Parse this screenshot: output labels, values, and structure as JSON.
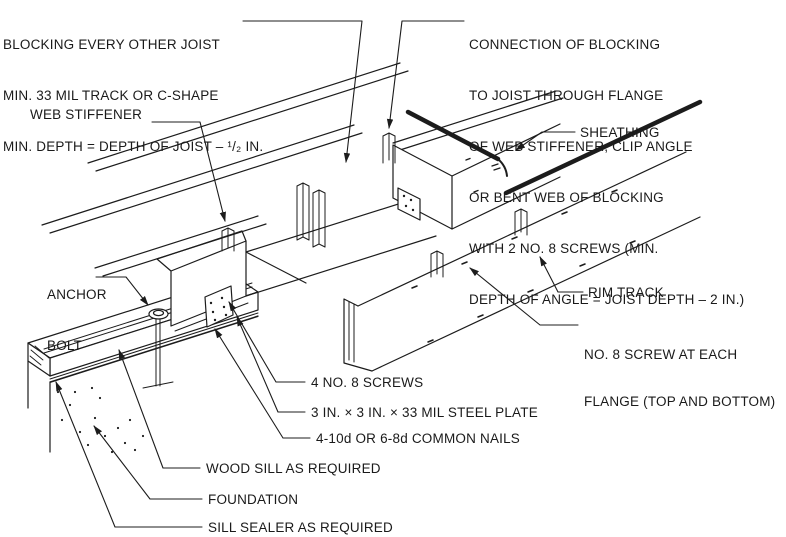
{
  "figure": {
    "background_color": "#ffffff",
    "line_color": "#1c1c1c",
    "labels": {
      "blocking_note": {
        "line1": "BLOCKING EVERY OTHER JOIST",
        "line2": "MIN. 33 MIL TRACK OR C-SHAPE",
        "line3": "MIN. DEPTH = DEPTH OF JOIST – ¹/₂ IN."
      },
      "connection_note": {
        "line1": "CONNECTION OF BLOCKING",
        "line2": "TO JOIST THROUGH FLANGE",
        "line3": "OF WEB STIFFENER, CLIP ANGLE",
        "line4": "OR BENT WEB OF BLOCKING",
        "line5": "WITH 2 NO. 8 SCREWS (MIN.",
        "line6": "DEPTH OF ANGLE = JOIST DEPTH – 2 IN.)"
      },
      "web_stiffener": "WEB STIFFENER",
      "sheathing": "SHEATHING",
      "anchor_bolt": {
        "line1": "ANCHOR",
        "line2": "BOLT"
      },
      "rim_track": "RIM TRACK",
      "no8_screw": {
        "line1": "NO. 8 SCREW AT EACH",
        "line2": "FLANGE (TOP AND BOTTOM)"
      },
      "four_screws": "4 NO. 8 SCREWS",
      "steel_plate": "3 IN. × 3 IN. × 33 MIL STEEL PLATE",
      "common_nails": "4-10d OR 6-8d COMMON NAILS",
      "wood_sill": "WOOD SILL AS REQUIRED",
      "foundation": "FOUNDATION",
      "sill_sealer": "SILL SEALER AS REQUIRED"
    }
  }
}
